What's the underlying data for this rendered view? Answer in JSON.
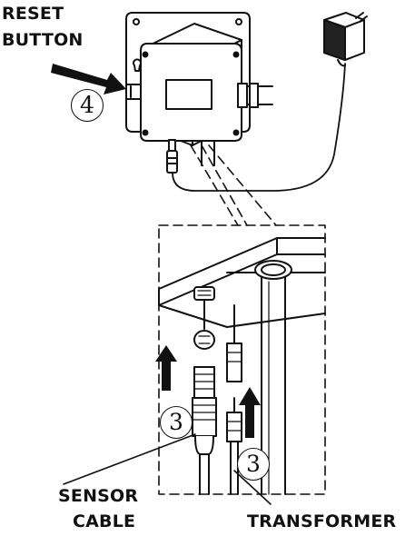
{
  "labels": {
    "reset": "RESET",
    "button": "BUTTON",
    "sensor": "SENSOR",
    "cable": "CABLE",
    "transformer": "TRANSFORMER"
  },
  "steps": {
    "reset_step": "4",
    "sensor_step": "3",
    "transformer_step": "3"
  }
}
